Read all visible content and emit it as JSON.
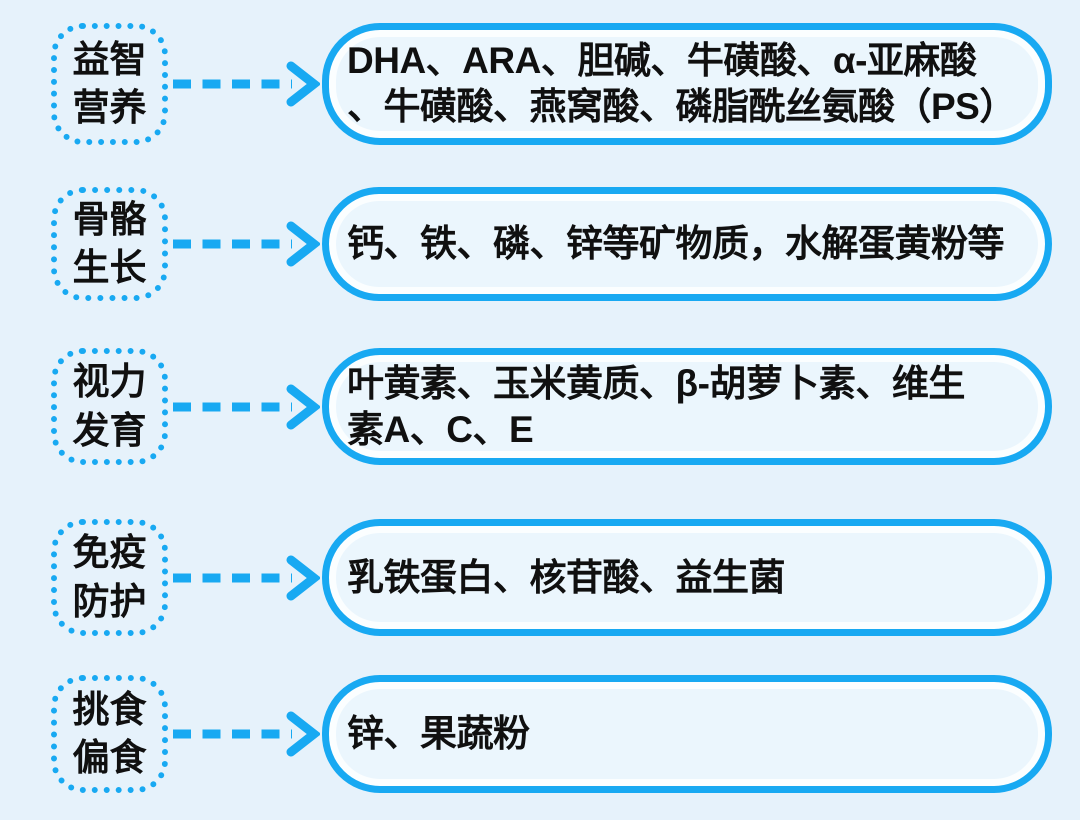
{
  "colors": {
    "bg": "#e6f2fb",
    "accent": "#18a9f2",
    "box-fill": "#ebf6fd",
    "ring": "#fbfeff",
    "text": "#101010"
  },
  "rows": [
    {
      "label_lines": [
        "益智",
        "营养"
      ],
      "content_lines": [
        "DHA、ARA、胆碱、牛磺酸、α-亚麻酸",
        "、牛磺酸、燕窝酸、磷脂酰丝氨酸（PS）"
      ]
    },
    {
      "label_lines": [
        "骨骼",
        "生长"
      ],
      "content_lines": [
        "钙、铁、磷、锌等矿物质，水解蛋黄粉等"
      ]
    },
    {
      "label_lines": [
        "视力",
        "发育"
      ],
      "content_lines": [
        "叶黄素、玉米黄质、β-胡萝卜素、维生",
        "素A、C、E"
      ]
    },
    {
      "label_lines": [
        "免疫",
        "防护"
      ],
      "content_lines": [
        "乳铁蛋白、核苷酸、益生菌"
      ]
    },
    {
      "label_lines": [
        "挑食",
        "偏食"
      ],
      "content_lines": [
        "锌、果蔬粉"
      ]
    }
  ]
}
